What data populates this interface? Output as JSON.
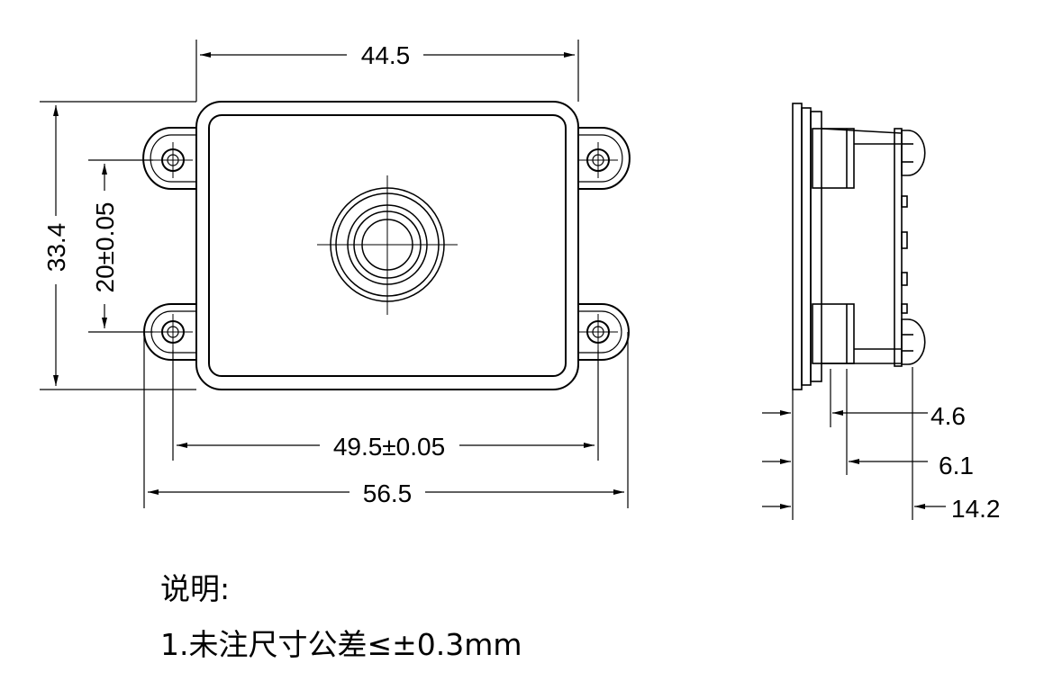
{
  "dimensions": {
    "top_width": "44.5",
    "height_total": "33.4",
    "hole_pitch_vertical": "20±0.05",
    "hole_pitch_horizontal": "49.5±0.05",
    "overall_width": "56.5",
    "side_dim_1": "4.6",
    "side_dim_2": "6.1",
    "side_dim_3": "14.2"
  },
  "notes": {
    "heading": "说明:",
    "line1": "1.未注尺寸公差≤±0.3mm"
  },
  "colors": {
    "line": "#000000",
    "background": "#ffffff"
  }
}
